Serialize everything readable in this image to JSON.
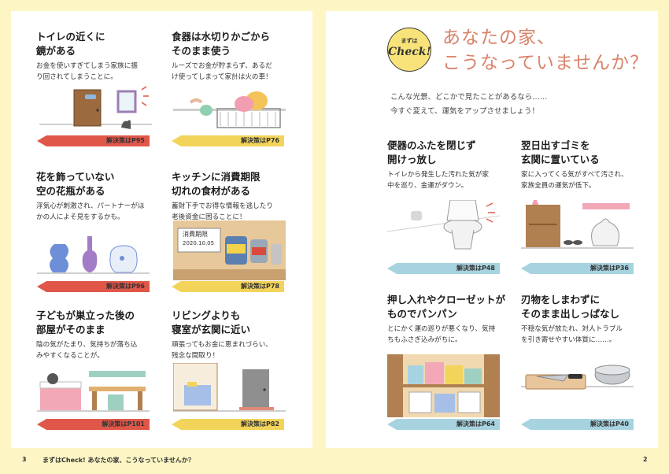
{
  "colors": {
    "background": "#fdf6c4",
    "banner_red": "#e0574a",
    "banner_yellow": "#f3d45a",
    "banner_blue": "#a7d3e0",
    "headline": "#d9826a",
    "badge": "#f8e37a"
  },
  "left_page": {
    "cards": [
      {
        "title": "トイレの近くに\n鏡がある",
        "desc": "お金を使いすぎてしまう家族に振\nり回されてしまうことに。",
        "solution": "解決策はP95",
        "banner": "red"
      },
      {
        "title": "食器は水切りかごから\nそのまま使う",
        "desc": "ルーズでお金が貯まらず、あるだ\nけ使ってしまって家計は火の車！",
        "solution": "解決策はP76",
        "banner": "yellow"
      },
      {
        "title": "花を飾っていない\n空の花瓶がある",
        "desc": "浮気心が刺激され、パートナーがほ\nかの人によそ見をするかも。",
        "solution": "解決策はP96",
        "banner": "red"
      },
      {
        "title": "キッチンに消費期限\n切れの食材がある",
        "desc": "蓄財下手でお得な情報を逃したり\n老後資金に困ることに！",
        "solution": "解決策はP78",
        "banner": "yellow"
      },
      {
        "title": "子どもが巣立った後の\n部屋がそのまま",
        "desc": "陰の気がたまり、気持ちが落ち込\nみやすくなることが。",
        "solution": "解決策はP101",
        "banner": "red"
      },
      {
        "title": "リビングよりも\n寝室が玄関に近い",
        "desc": "頑張ってもお金に恵まれづらい、\n残念な間取り！",
        "solution": "解決策はP82",
        "banner": "yellow"
      }
    ],
    "illustration_text": {
      "expiry_label": "消費期限",
      "expiry_date": "2020.10.05"
    }
  },
  "right_page": {
    "badge_small": "まずは",
    "badge_check": "Check!",
    "headline": "あなたの家、\nこうなっていませんか？",
    "intro": "こんな光景、どこかで見たことがあるなら……\n今すぐ変えて、運気をアップさせましょう！",
    "cards": [
      {
        "title": "便器のふたを閉じず\n開けっ放し",
        "desc": "トイレから発生した汚れた気が家\n中を巡り、金運がダウン。",
        "solution": "解決策はP48",
        "banner": "blue"
      },
      {
        "title": "翌日出すゴミを\n玄関に置いている",
        "desc": "家に入ってくる気がすべて汚され、\n家族全員の運気が低下。",
        "solution": "解決策はP36",
        "banner": "blue"
      },
      {
        "title": "押し入れやクローゼットが\nものでパンパン",
        "desc": "とにかく運の巡りが悪くなり、気持\nちもふさぎ込みがちに。",
        "solution": "解決策はP64",
        "banner": "blue"
      },
      {
        "title": "刃物をしまわずに\nそのまま出しっぱなし",
        "desc": "不穏な気が放たれ、対人トラブル\nを引き寄せやすい体質に……。",
        "solution": "解決策はP40",
        "banner": "blue"
      }
    ]
  },
  "footer": {
    "left_page_number": "3",
    "title": "まずはCheck!  あなたの家、こうなっていませんか？",
    "right_page_number": "2"
  }
}
